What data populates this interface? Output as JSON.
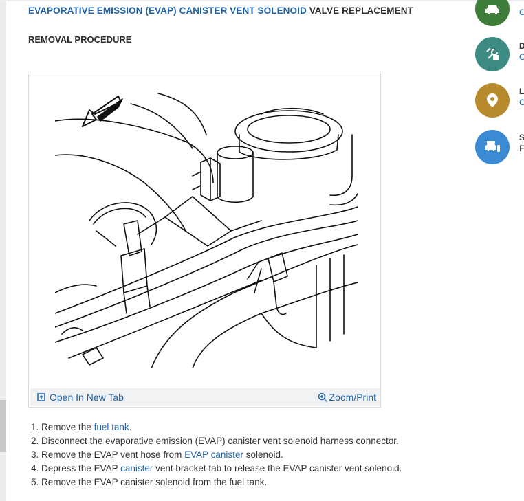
{
  "title": {
    "link1": "EVAPORATIVE EMISSION",
    "link2": "(EVAP)",
    "link3": "CANISTER VENT SOLENOID",
    "rest": "VALVE REPLACEMENT"
  },
  "section_heading": "REMOVAL PROCEDURE",
  "figure": {
    "open_label": "Open In New Tab",
    "zoom_label": "Zoom/Print"
  },
  "steps": [
    {
      "num": "1.",
      "before": "Remove the ",
      "link": "fuel tank",
      "after": "."
    },
    {
      "num": "2.",
      "before": "Disconnect the evaporative emission (EVAP) canister vent solenoid harness connector.",
      "link": "",
      "after": ""
    },
    {
      "num": "3.",
      "before": "Remove the EVAP vent hose from ",
      "link": "EVAP canister",
      "after": " solenoid."
    },
    {
      "num": "4.",
      "before": "Depress the EVAP ",
      "link": "canister",
      "after": " vent bracket tab to release the EVAP canister vent solenoid."
    },
    {
      "num": "5.",
      "before": "Remove the EVAP canister solenoid from the fuel tank.",
      "link": "",
      "after": ""
    }
  ],
  "sidebar": [
    {
      "icon": "car-repair-icon",
      "color": "#3f7d3a",
      "title": "",
      "link": "C"
    },
    {
      "icon": "wrench-tool-icon",
      "color": "#3e8b84",
      "title": "D",
      "link": "C"
    },
    {
      "icon": "location-pin-icon",
      "color": "#b78a2b",
      "title": "L",
      "link": "C"
    },
    {
      "icon": "vehicle-service-icon",
      "color": "#3a8ad4",
      "title": "S",
      "link": "",
      "plain": "F"
    }
  ]
}
